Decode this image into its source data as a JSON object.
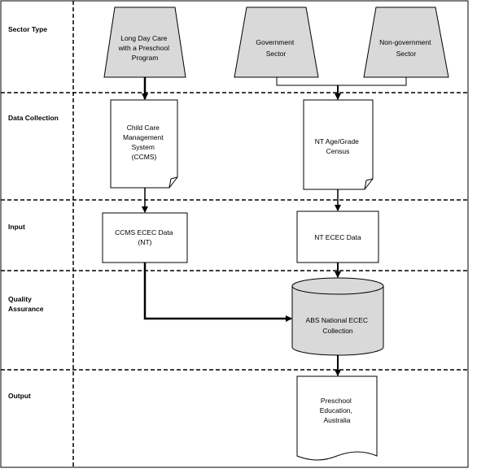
{
  "lanes": [
    {
      "label": "Sector Type"
    },
    {
      "label": "Data Collection"
    },
    {
      "label": "Input"
    },
    {
      "label": "Quality Assurance",
      "lines": [
        "Quality",
        "Assurance"
      ]
    },
    {
      "label": "Output"
    }
  ],
  "nodes": {
    "long_day_care": {
      "shape": "trapezoid",
      "lines": [
        "Long Day Care",
        "with a Preschool",
        "Program"
      ]
    },
    "government_sector": {
      "shape": "trapezoid",
      "lines": [
        "Government",
        "Sector"
      ]
    },
    "non_government_sector": {
      "shape": "trapezoid",
      "lines": [
        "Non-government",
        "Sector"
      ]
    },
    "ccms": {
      "shape": "document",
      "lines": [
        "Child Care",
        "Management",
        "System",
        "(CCMS)"
      ]
    },
    "nt_census": {
      "shape": "document",
      "lines": [
        "NT Age/Grade",
        "Census"
      ]
    },
    "ccms_ecec_data": {
      "shape": "rectangle",
      "lines": [
        "CCMS ECEC Data",
        "(NT)"
      ]
    },
    "nt_ecec_data": {
      "shape": "rectangle",
      "lines": [
        "NT ECEC Data"
      ]
    },
    "abs_collection": {
      "shape": "cylinder",
      "lines": [
        "ABS National ECEC",
        "Collection"
      ]
    },
    "preschool_education": {
      "shape": "document",
      "lines": [
        "Preschool",
        "Education,",
        "Australia"
      ]
    }
  },
  "connections": [
    {
      "from": "long_day_care",
      "to": "ccms"
    },
    {
      "from": "government_sector",
      "to": "nt_census"
    },
    {
      "from": "non_government_sector",
      "to": "nt_census"
    },
    {
      "from": "ccms",
      "to": "ccms_ecec_data"
    },
    {
      "from": "nt_census",
      "to": "nt_ecec_data"
    },
    {
      "from": "ccms_ecec_data",
      "to": "abs_collection"
    },
    {
      "from": "nt_ecec_data",
      "to": "abs_collection"
    },
    {
      "from": "abs_collection",
      "to": "preschool_education"
    }
  ],
  "colors": {
    "shape_fill": "#d9d9d9",
    "document_fill": "#ffffff",
    "line": "#000000"
  }
}
